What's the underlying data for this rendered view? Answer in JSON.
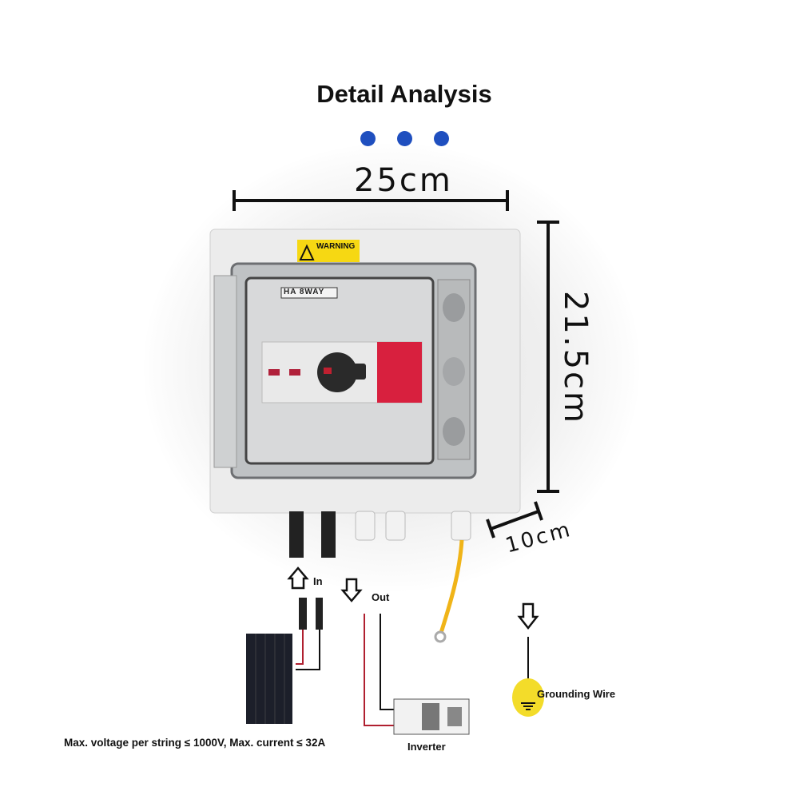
{
  "title": "Detail Analysis",
  "dots_color": "#1f4fbf",
  "dimensions": {
    "width": "25cm",
    "height": "21.5cm",
    "depth": "10cm"
  },
  "enclosure": {
    "warning_label": "WARNING",
    "nameplate": "HA 8WAY"
  },
  "labels": {
    "in": "In",
    "out": "Out",
    "grounding": "Grounding Wire",
    "inverter": "Inverter",
    "spec": "Max. voltage per string ≤ 1000V, Max. current ≤ 32A"
  }
}
